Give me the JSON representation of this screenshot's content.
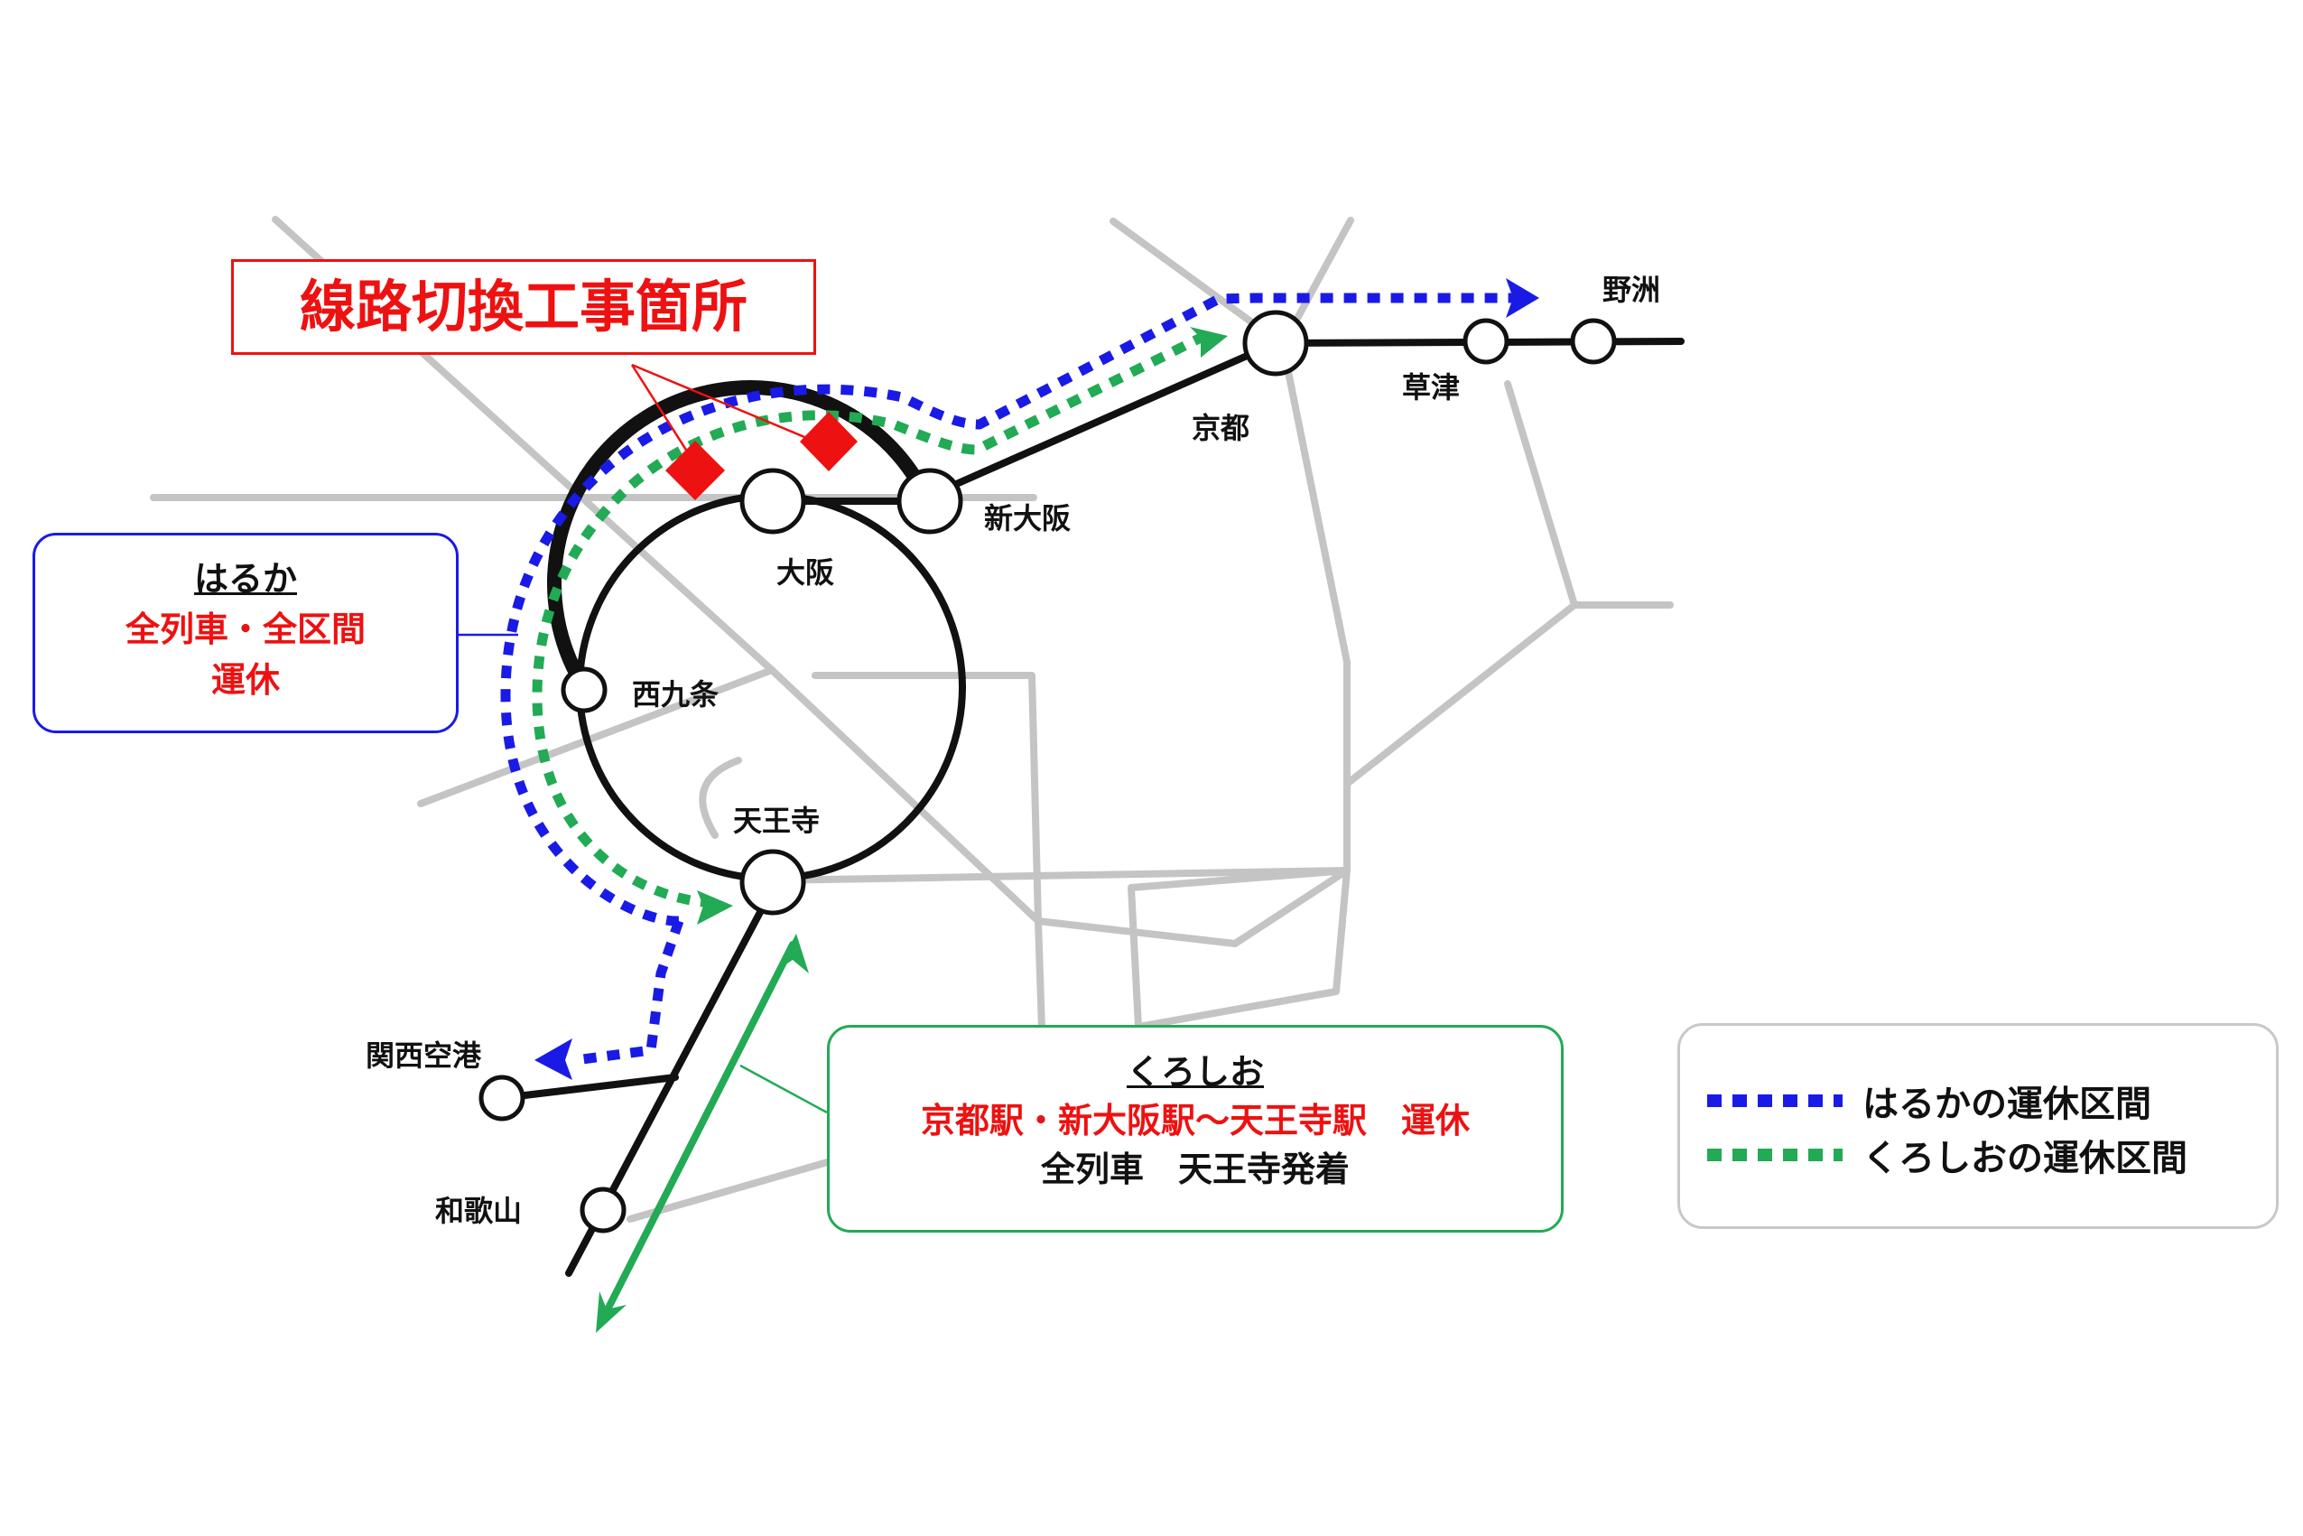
{
  "callouts": {
    "construction": {
      "label": "線路切換工事箇所"
    },
    "haruka": {
      "title": "はるか",
      "line1": "全列車・全区間",
      "line2": "運休"
    },
    "kuroshio": {
      "title": "くろしお",
      "line1": "京都駅・新大阪駅～天王寺駅　運休",
      "line2": "全列車　天王寺発着"
    }
  },
  "stations": {
    "yasu": "野洲",
    "kusatsu": "草津",
    "kyoto": "京都",
    "shin_osaka": "新大阪",
    "osaka": "大阪",
    "nishikujo": "西九条",
    "tennoji": "天王寺",
    "kansai_airport": "関西空港",
    "wakayama": "和歌山"
  },
  "legend": {
    "haruka": "はるかの運休区間",
    "kuroshio": "くろしおの運休区間"
  },
  "colors": {
    "haruka_suspension": "#1a1ae6",
    "kuroshio_suspension": "#22aa55",
    "construction_marker": "#ee1111",
    "rail": "#111111",
    "other_lines": "#c4c4c4"
  }
}
